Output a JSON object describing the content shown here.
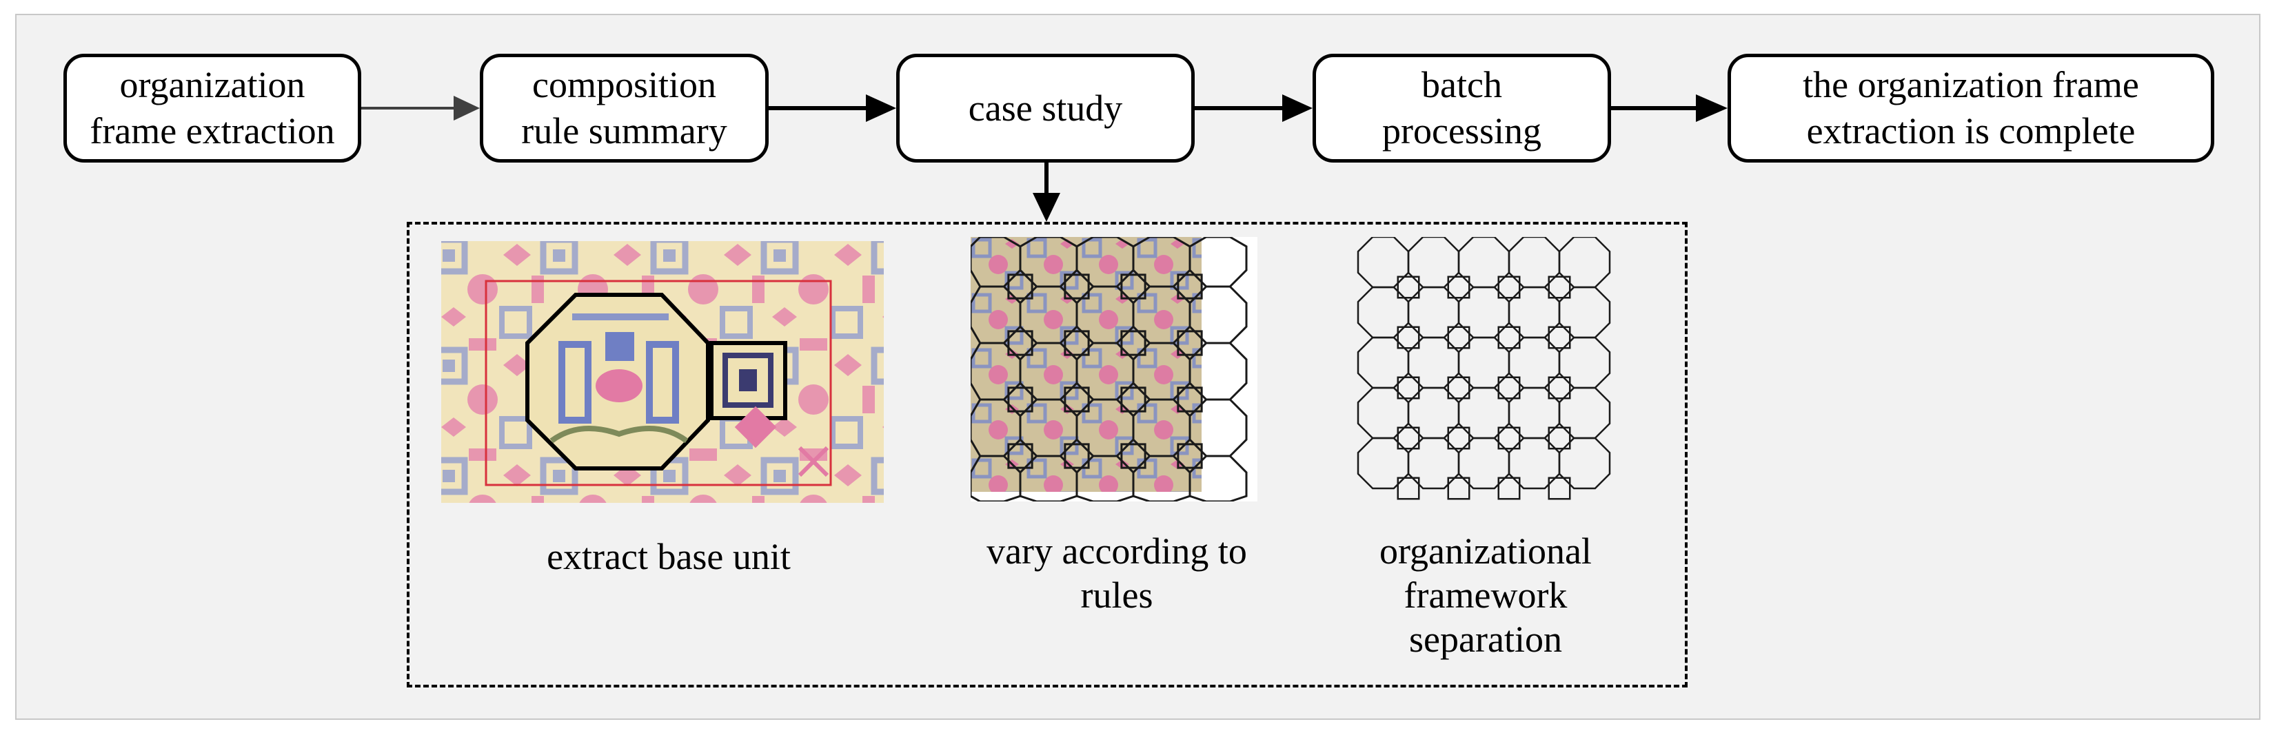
{
  "flow": {
    "steps": [
      {
        "label": "organization frame extraction"
      },
      {
        "label": "composition rule summary"
      },
      {
        "label": "case study"
      },
      {
        "label": "batch processing"
      },
      {
        "label": "the organization frame extraction is complete"
      }
    ]
  },
  "case_study_detail": {
    "panels": [
      {
        "caption": "extract base unit"
      },
      {
        "caption": "vary according to rules"
      },
      {
        "caption": "organizational framework separation"
      }
    ]
  },
  "colors": {
    "panel_background": "#f2f2f2",
    "box_border": "#000000",
    "fabric_yellow": "#efe2b4",
    "fabric_pink": "#e27aa4",
    "fabric_blue": "#8a96c8",
    "guide_red": "#d8313d"
  }
}
